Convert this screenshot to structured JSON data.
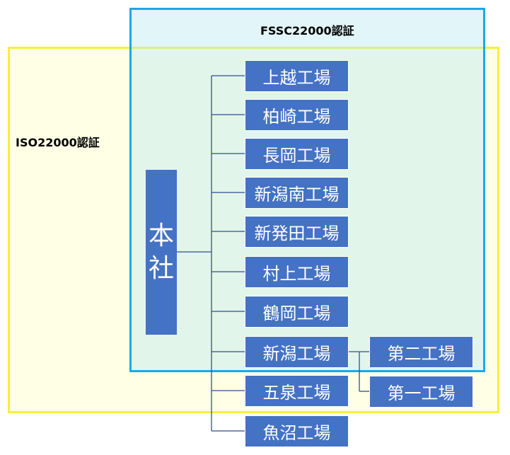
{
  "regions": {
    "iso": "ISO22000認証",
    "fssc": "FSSC22000認証"
  },
  "headquarters": "本社",
  "factories": [
    "上越工場",
    "柏崎工場",
    "長岡工場",
    "新潟南工場",
    "新発田工場",
    "村上工場",
    "鶴岡工場",
    "新潟工場",
    "五泉工場",
    "魚沼工場"
  ],
  "sub_factories": [
    "第二工場",
    "第一工場"
  ],
  "colors": {
    "box_fill": "#4472c4",
    "iso_border": "#f5f03a",
    "fssc_border": "#1aa9e6"
  }
}
